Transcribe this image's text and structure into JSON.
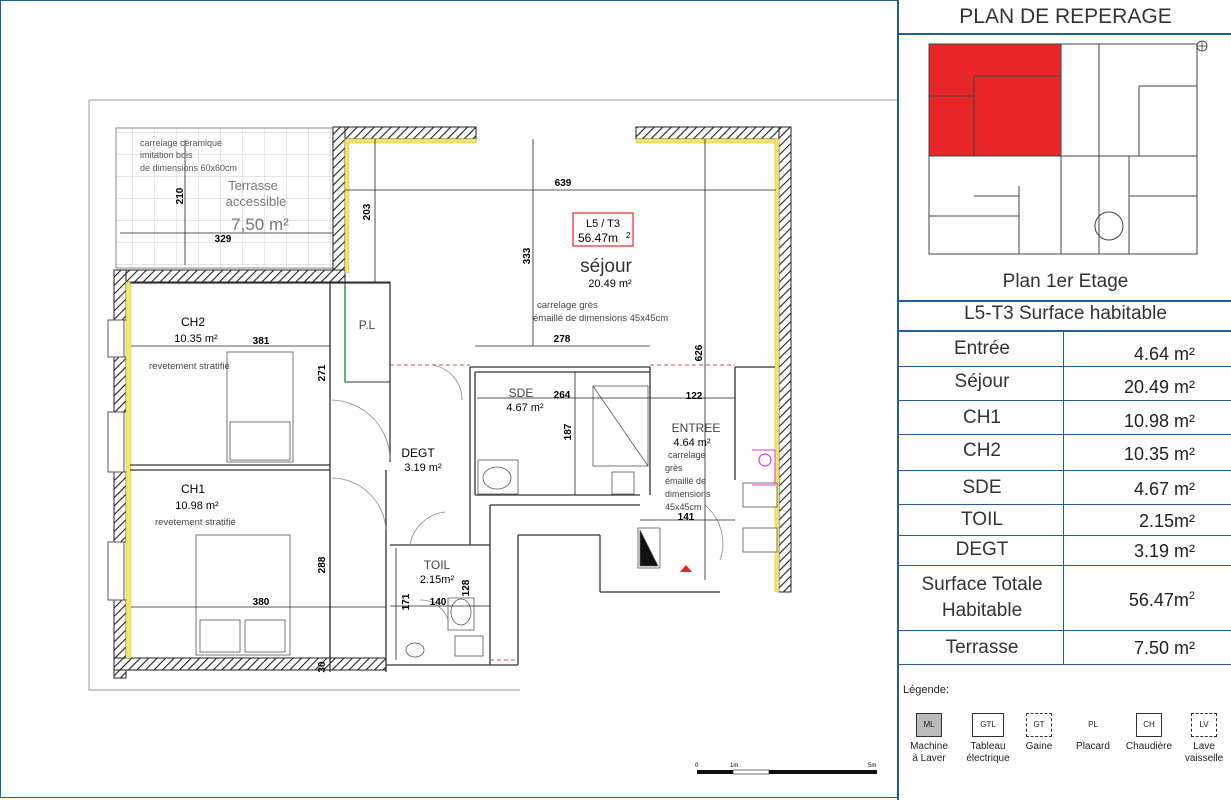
{
  "plan": {
    "unit_label": "L5 / T3",
    "unit_area": "56.47m",
    "unit_area_sup": "2",
    "terrace": {
      "note_lines": [
        "carrelage céramique",
        "imitation bois",
        "de dimensions 60x60cm"
      ],
      "name_lines": [
        "Terrasse",
        "accessible"
      ],
      "area": "7,50 m²",
      "dim_h": "210",
      "dim_w": "329"
    },
    "sejour": {
      "name": "séjour",
      "area": "20.49 m²",
      "note_lines": [
        "carrelage grès",
        "émaillé de dimensions 45x45cm"
      ],
      "dim_w": "639",
      "dim_h": "333",
      "dim_w2": "278",
      "dim_side": "203",
      "dim_long": "626"
    },
    "ch2": {
      "name": "CH2",
      "area": "10.35 m²",
      "note": "revetement stratifié",
      "dim_w": "381",
      "dim_h": "271"
    },
    "ch1": {
      "name": "CH1",
      "area": "10.98 m²",
      "note": "revetement stratifié",
      "dim_w": "380",
      "dim_h": "288"
    },
    "pl": {
      "name": "P.L"
    },
    "degt": {
      "name": "DEGT",
      "area": "3.19 m²"
    },
    "sde": {
      "name": "SDE",
      "area": "4.67 m²",
      "dim_w": "264",
      "dim_h": "187"
    },
    "entree": {
      "name": "ENTREE",
      "area": "4.64 m²",
      "note_lines": [
        "carrelage",
        "grès",
        "émaillé de",
        "dimensions",
        "45x45cm"
      ],
      "dim_top": "122",
      "dim_w": "141"
    },
    "toil": {
      "name": "TOIL",
      "area": "2.15m²",
      "dim_w": "140",
      "dim_h": "128",
      "dim_side": "171"
    },
    "dim_bottom": "30",
    "scale": {
      "s0": "0",
      "s1": "1m",
      "s5": "5m"
    }
  },
  "panel": {
    "title": "PLAN DE REPERAGE",
    "floor": "Plan 1er Etage",
    "surface_title": "L5-T3 Surface habitable",
    "rows": [
      {
        "label": "Entrée",
        "value": "4.64 m²"
      },
      {
        "label": "Séjour",
        "value": "20.49 m²"
      },
      {
        "label": "CH1",
        "value": "10.98 m²"
      },
      {
        "label": "CH2",
        "value": "10.35 m²"
      },
      {
        "label": "SDE",
        "value": "4.67 m²"
      },
      {
        "label": "TOIL",
        "value": "2.15m²"
      },
      {
        "label": "DEGT",
        "value": "3.19 m²"
      }
    ],
    "total_label_1": "Surface Totale",
    "total_label_2": "Habitable",
    "total_value": "56.47m",
    "total_sup": "2",
    "terrace_label": "Terrasse",
    "terrace_value": "7.50 m²",
    "legend_title": "Légende:",
    "legend": [
      {
        "box": "ML",
        "label_1": "Machine",
        "label_2": "à Laver"
      },
      {
        "box": "GTL",
        "label_1": "Tableau",
        "label_2": "électrique"
      },
      {
        "box": "GT",
        "label_1": "Gaine",
        "label_2": ""
      },
      {
        "box": "PL",
        "label_1": "Placard",
        "label_2": ""
      },
      {
        "box": "CH",
        "label_1": "Chaudière",
        "label_2": ""
      },
      {
        "box": "LV",
        "label_1": "Lave",
        "label_2": "vaisselle"
      }
    ]
  },
  "colors": {
    "wall": "#333333",
    "insulation": "#f2e56b",
    "frame": "#1f5fa0",
    "highlight": "#e8262a",
    "dim": "#222222"
  }
}
